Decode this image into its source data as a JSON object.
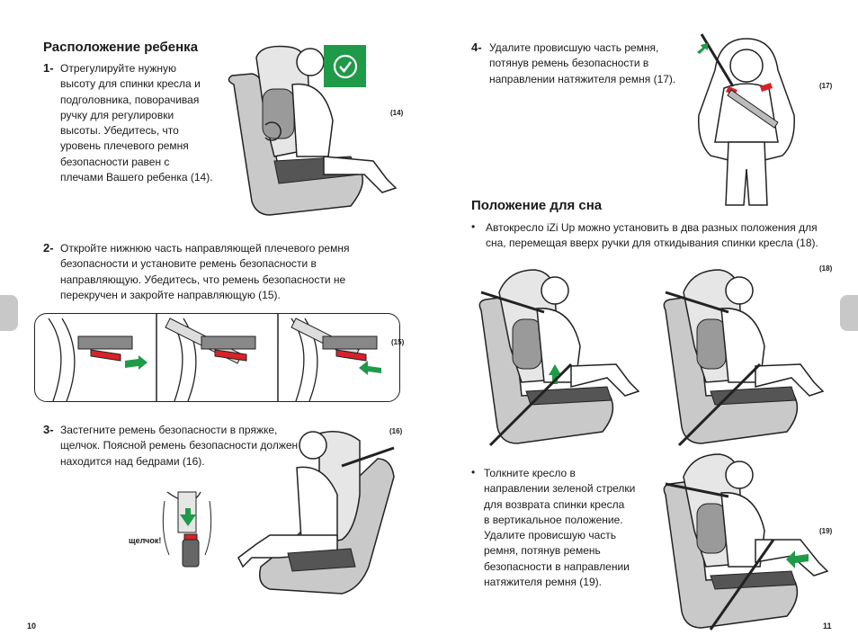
{
  "left": {
    "title": "Расположение ребенка",
    "step1": {
      "num": "1-",
      "lines": [
        "Отрегулируйте нужную",
        "высоту для спинки кресла и",
        "подголовника, поворачивая",
        "ручку для регулировки",
        "высоты. Убедитесь, что",
        "уровень плечевого ремня",
        "безопасности равен с",
        "плечами Вашего ребенка (14)."
      ],
      "fig": "(14)"
    },
    "step2": {
      "num": "2-",
      "lines": [
        "Откройте нижнюю часть направляющей плечевого ремня",
        "безопасности и установите ремень безопасности в",
        "направляющую. Убедитесь, что ремень безопасности не",
        "перекручен и закройте направляющую (15)."
      ],
      "fig": "(15)"
    },
    "step3": {
      "num": "3-",
      "lines": [
        "Застегните ремень безопасности в пряжке,",
        "щелчок. Поясной ремень безопасности должен",
        "находится над бедрами (16)."
      ],
      "fig": "(16)",
      "click": "щелчок!"
    },
    "page_num": "10"
  },
  "right": {
    "step4": {
      "num": "4-",
      "lines": [
        "Удалите провисшую часть ремня,",
        "потянув ремень безопасности в",
        "направлении натяжителя ремня (17)."
      ],
      "fig": "(17)"
    },
    "sleep_title": "Положение для сна",
    "bullet": "•",
    "sleep_lines": [
      "Автокресло iZi Up можно установить в два разных положения для",
      "сна, перемещая вверх ручки для откидывания спинки кресла (18)."
    ],
    "fig18": "(18)",
    "return_lines": [
      "Толкните кресло в",
      "направлении зеленой стрелки",
      "для возврата спинки кресла",
      "в вертикальное положение.",
      "Удалите провисшую часть",
      "ремня, потянув ремень",
      "безопасности в направлении",
      "натяжителя ремня (19)."
    ],
    "fig19": "(19)",
    "page_num": "11"
  },
  "icons": {
    "check": "check-icon"
  },
  "colors": {
    "green": "#1e9a48",
    "red": "#d8222a",
    "seat": "#c9c9c9",
    "line": "#222222"
  }
}
